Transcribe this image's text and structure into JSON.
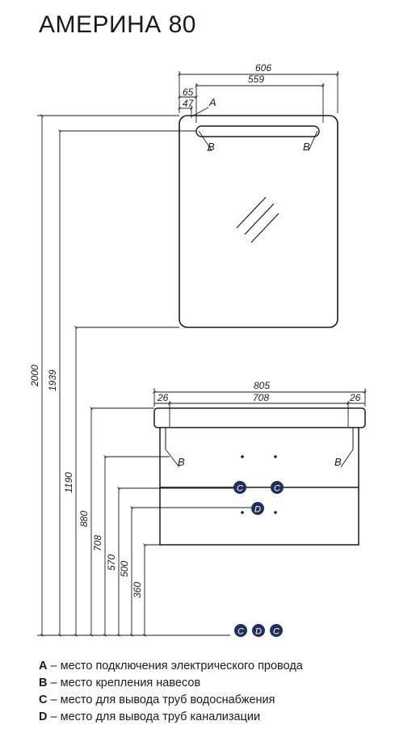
{
  "title": "АМЕРИНА 80",
  "mirror": {
    "dims": {
      "width_total": "606",
      "width_inner": "559",
      "offset_65": "65",
      "offset_47": "47"
    },
    "points": {
      "a": "A",
      "b_left": "B",
      "b_right": "B"
    }
  },
  "cabinet": {
    "dims": {
      "width_total": "805",
      "width_inner": "708",
      "side_left": "26",
      "side_right": "26"
    },
    "points": {
      "b_left": "B",
      "b_right": "B",
      "c_left": "C",
      "c_right": "C",
      "d": "D"
    }
  },
  "heights": [
    "2000",
    "1939",
    "1190",
    "880",
    "708",
    "570",
    "500",
    "360"
  ],
  "floor_markers": [
    "C",
    "D",
    "C"
  ],
  "legend": [
    {
      "letter": "A",
      "text": " – место подключения электрического провода"
    },
    {
      "letter": "B",
      "text": " – место крепления навесов"
    },
    {
      "letter": "C",
      "text": " – место для вывода труб водоснабжения"
    },
    {
      "letter": "D",
      "text": " – место для вывода труб канализации"
    }
  ],
  "colors": {
    "line": "#1a1a1a",
    "marker_fill": "#1f2f5e",
    "marker_text": "#ffffff"
  }
}
